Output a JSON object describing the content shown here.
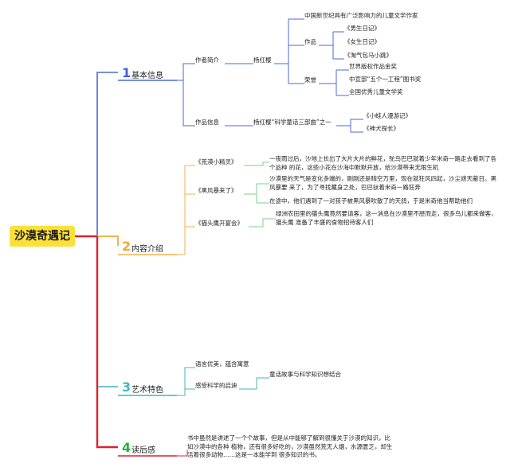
{
  "root": "沙漠奇遇记",
  "colors": {
    "root_bg": "#fbe03a",
    "sec1": "#4060d8",
    "sec2": "#f0a636",
    "sec3": "#3db8c2",
    "sec4": "#22b43c",
    "trunk": "#e0202c",
    "branch1": "#4a6ad8",
    "branch2": "#f3b24d",
    "branch3": "#3cb6c0",
    "branch4": "#e0202c",
    "leaf2": "#7cd089"
  },
  "sections": [
    {
      "num": "1",
      "label": "基本信息",
      "author_intro": "作者简介",
      "author_name": "杨红樱",
      "author_desc": "中国新世纪具有广泛影响力的儿童文学作家",
      "works_label": "作品",
      "works": [
        "《男生日记》",
        "《女生日记》",
        "《淘气包马小跳》"
      ],
      "honors_label": "荣誉",
      "honors": [
        "世界版权作品金奖",
        "中宣部“五个一工程”图书奖",
        "全国优秀儿童文学奖"
      ],
      "book_info": "作品信息",
      "series": "杨红樱“科学童话三部曲”之一",
      "series_books": [
        "《小蛙人漫游记》",
        "《神犬探长》"
      ]
    },
    {
      "num": "2",
      "label": "内容介绍",
      "chapters": [
        {
          "title": "《荒漠小精灵》",
          "texts": [
            "一夜雨过后，沙地上长出了大片大片的鲜花，鸵鸟巴巴就着少年米奇一路走去看到了各个品种 的花，这些小花在沙海中默默开放，给沙漠带来无限生机"
          ]
        },
        {
          "title": "《黑风暴来了》",
          "texts": [
            "沙漠里的天气是变化多端的，刚刚还是晴空万里，现在就狂风四起，沙尘遮天蔽日。黑风暴要 来了，为了寻找藏身之处，巴巴驮着米奇一路狂奔",
            "在途中，他们遇到了一对孩子被黑风暴吹散了的天鸽，于是米奇他当帮助他们"
          ]
        },
        {
          "title": "《猫头鹰开宴会》",
          "texts": [
            "绿洲农田里的猫头鹰竟然要请客，这一消息在沙漠里不胫而走，很多鸟儿都来做客，猫头鹰 准备了丰盛的食物招待客人们"
          ]
        }
      ]
    },
    {
      "num": "3",
      "label": "艺术特色",
      "items": [
        "语言优美，蕴含寓意",
        "感受科学的启迪"
      ],
      "sub": "童话故事与科学知识想结合"
    },
    {
      "num": "4",
      "label": "读后感",
      "text": "书中虽然是讲述了一个个故事，但是从中能够了解到很懂关于沙漠的知识，比如沙漠中的各种 植物，还有很多好吃的，沙漠虽然荒无人烟，水源匮乏，却生活着很多动物……这是一本能学到 很多知识的书。"
    }
  ]
}
